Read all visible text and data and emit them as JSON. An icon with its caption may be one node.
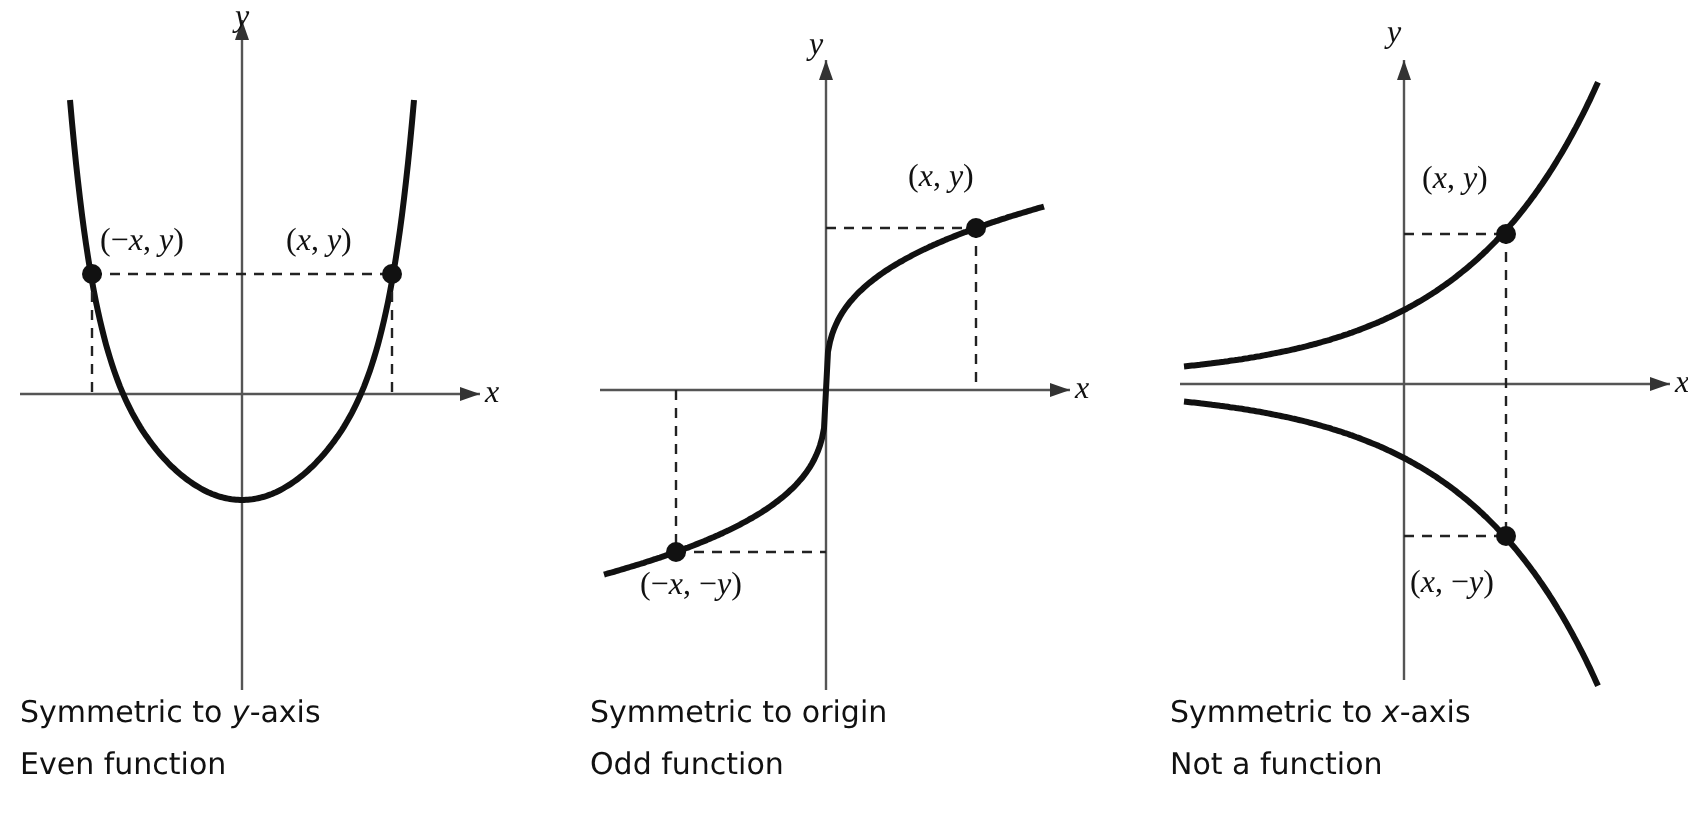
{
  "diagram": {
    "labels": [
      "y",
      "(−*x*, *y*)",
      "(*x*, *y*)",
      "x",
      "Symmetric to *y*-axis",
      "Even function",
      "y",
      "(*x*, *y*)",
      "x",
      "(−*x*, −*y*)",
      "Symmetric to origin",
      "Odd function",
      "y",
      "(*x*, *y*)",
      "x",
      "(*x*, −*y*)",
      "Symmetric to *x*-axis",
      "Not a function"
    ]
  }
}
